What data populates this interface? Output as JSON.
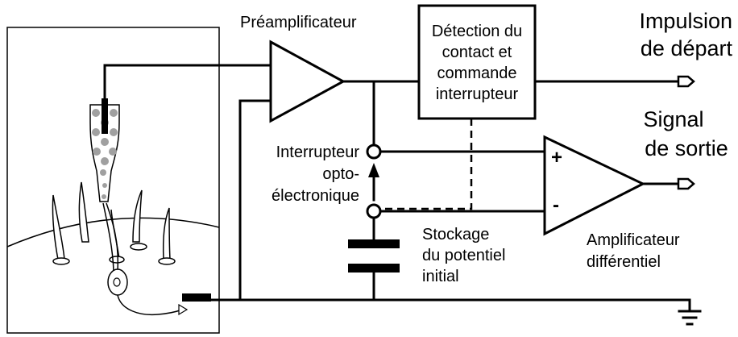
{
  "labels": {
    "preamp": "Préamplificateur",
    "detection": [
      "Détection du",
      "contact et",
      "commande",
      "interrupteur"
    ],
    "pulse": [
      "Impulsion",
      "de départ"
    ],
    "signal": [
      "Signal",
      "de sortie"
    ],
    "switch": [
      "Interrupteur",
      "opto-",
      "électronique"
    ],
    "storage": [
      "Stockage",
      "du potentiel",
      "initial"
    ],
    "diffamp": [
      "Amplificateur",
      "différentiel"
    ],
    "plus": "+",
    "minus": "-"
  }
}
